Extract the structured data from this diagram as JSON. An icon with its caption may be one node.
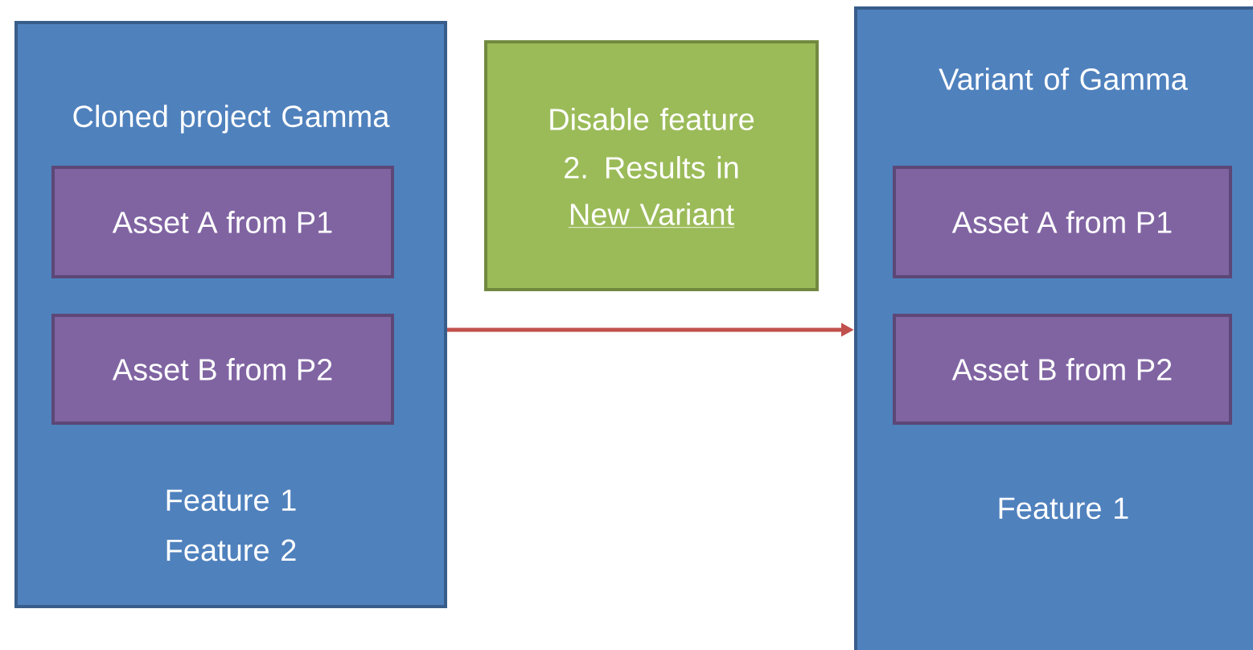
{
  "diagram": {
    "nodes": [
      {
        "text": [
          "Cloned project Gamma",
          "Feature 1",
          "Feature 2"
        ]
      },
      {
        "text": [
          "Asset A from P1"
        ],
        "in": 0
      },
      {
        "text": [
          "Asset B from P2"
        ],
        "in": 0
      },
      {
        "text": [
          "Disable feature 2. Results in",
          "New Variant"
        ]
      },
      {
        "text": [
          "Variant of Gamma",
          "Feature 1"
        ]
      },
      {
        "text": [
          "Asset A from P1"
        ],
        "in": 4
      },
      {
        "text": [
          "Asset B from P2"
        ],
        "in": 4
      }
    ],
    "edges": [
      {
        "from": 0,
        "to": 4,
        "arrow": "to",
        "color": "#c0504d"
      }
    ]
  }
}
